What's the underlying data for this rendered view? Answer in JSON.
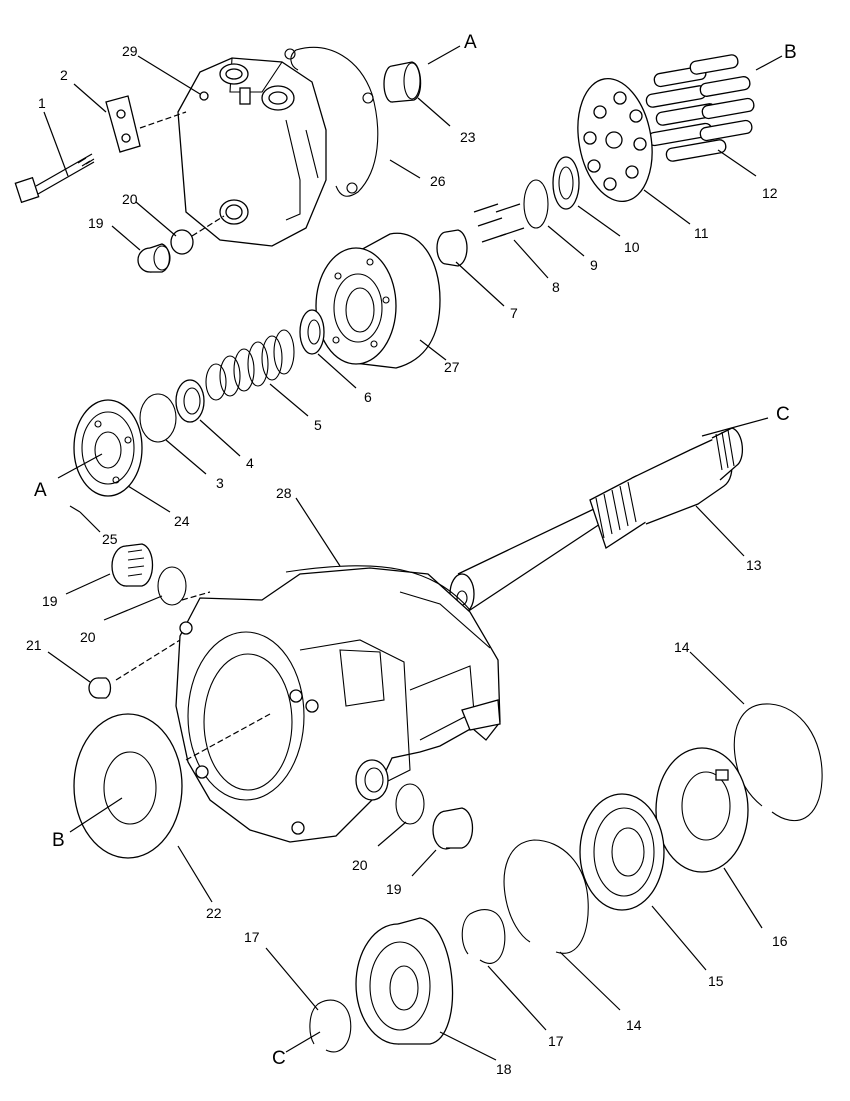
{
  "callouts": [
    {
      "id": "1",
      "text": "1"
    },
    {
      "id": "2",
      "text": "2"
    },
    {
      "id": "3",
      "text": "3"
    },
    {
      "id": "4",
      "text": "4"
    },
    {
      "id": "5",
      "text": "5"
    },
    {
      "id": "6",
      "text": "6"
    },
    {
      "id": "7",
      "text": "7"
    },
    {
      "id": "8",
      "text": "8"
    },
    {
      "id": "9",
      "text": "9"
    },
    {
      "id": "10",
      "text": "10"
    },
    {
      "id": "11",
      "text": "11"
    },
    {
      "id": "12",
      "text": "12"
    },
    {
      "id": "13",
      "text": "13"
    },
    {
      "id": "14a",
      "text": "14"
    },
    {
      "id": "14b",
      "text": "14"
    },
    {
      "id": "15",
      "text": "15"
    },
    {
      "id": "16",
      "text": "16"
    },
    {
      "id": "17a",
      "text": "17"
    },
    {
      "id": "17b",
      "text": "17"
    },
    {
      "id": "18",
      "text": "18"
    },
    {
      "id": "19a",
      "text": "19"
    },
    {
      "id": "19b",
      "text": "19"
    },
    {
      "id": "19c",
      "text": "19"
    },
    {
      "id": "20a",
      "text": "20"
    },
    {
      "id": "20b",
      "text": "20"
    },
    {
      "id": "20c",
      "text": "20"
    },
    {
      "id": "21",
      "text": "21"
    },
    {
      "id": "22",
      "text": "22"
    },
    {
      "id": "23",
      "text": "23"
    },
    {
      "id": "24",
      "text": "24"
    },
    {
      "id": "25",
      "text": "25"
    },
    {
      "id": "26",
      "text": "26"
    },
    {
      "id": "27",
      "text": "27"
    },
    {
      "id": "28",
      "text": "28"
    },
    {
      "id": "29",
      "text": "29"
    }
  ],
  "refs": [
    {
      "id": "A-top",
      "text": "A"
    },
    {
      "id": "A-left",
      "text": "A"
    },
    {
      "id": "B-top",
      "text": "B"
    },
    {
      "id": "B-left",
      "text": "B"
    },
    {
      "id": "C-top",
      "text": "C"
    },
    {
      "id": "C-bottom",
      "text": "C"
    }
  ]
}
